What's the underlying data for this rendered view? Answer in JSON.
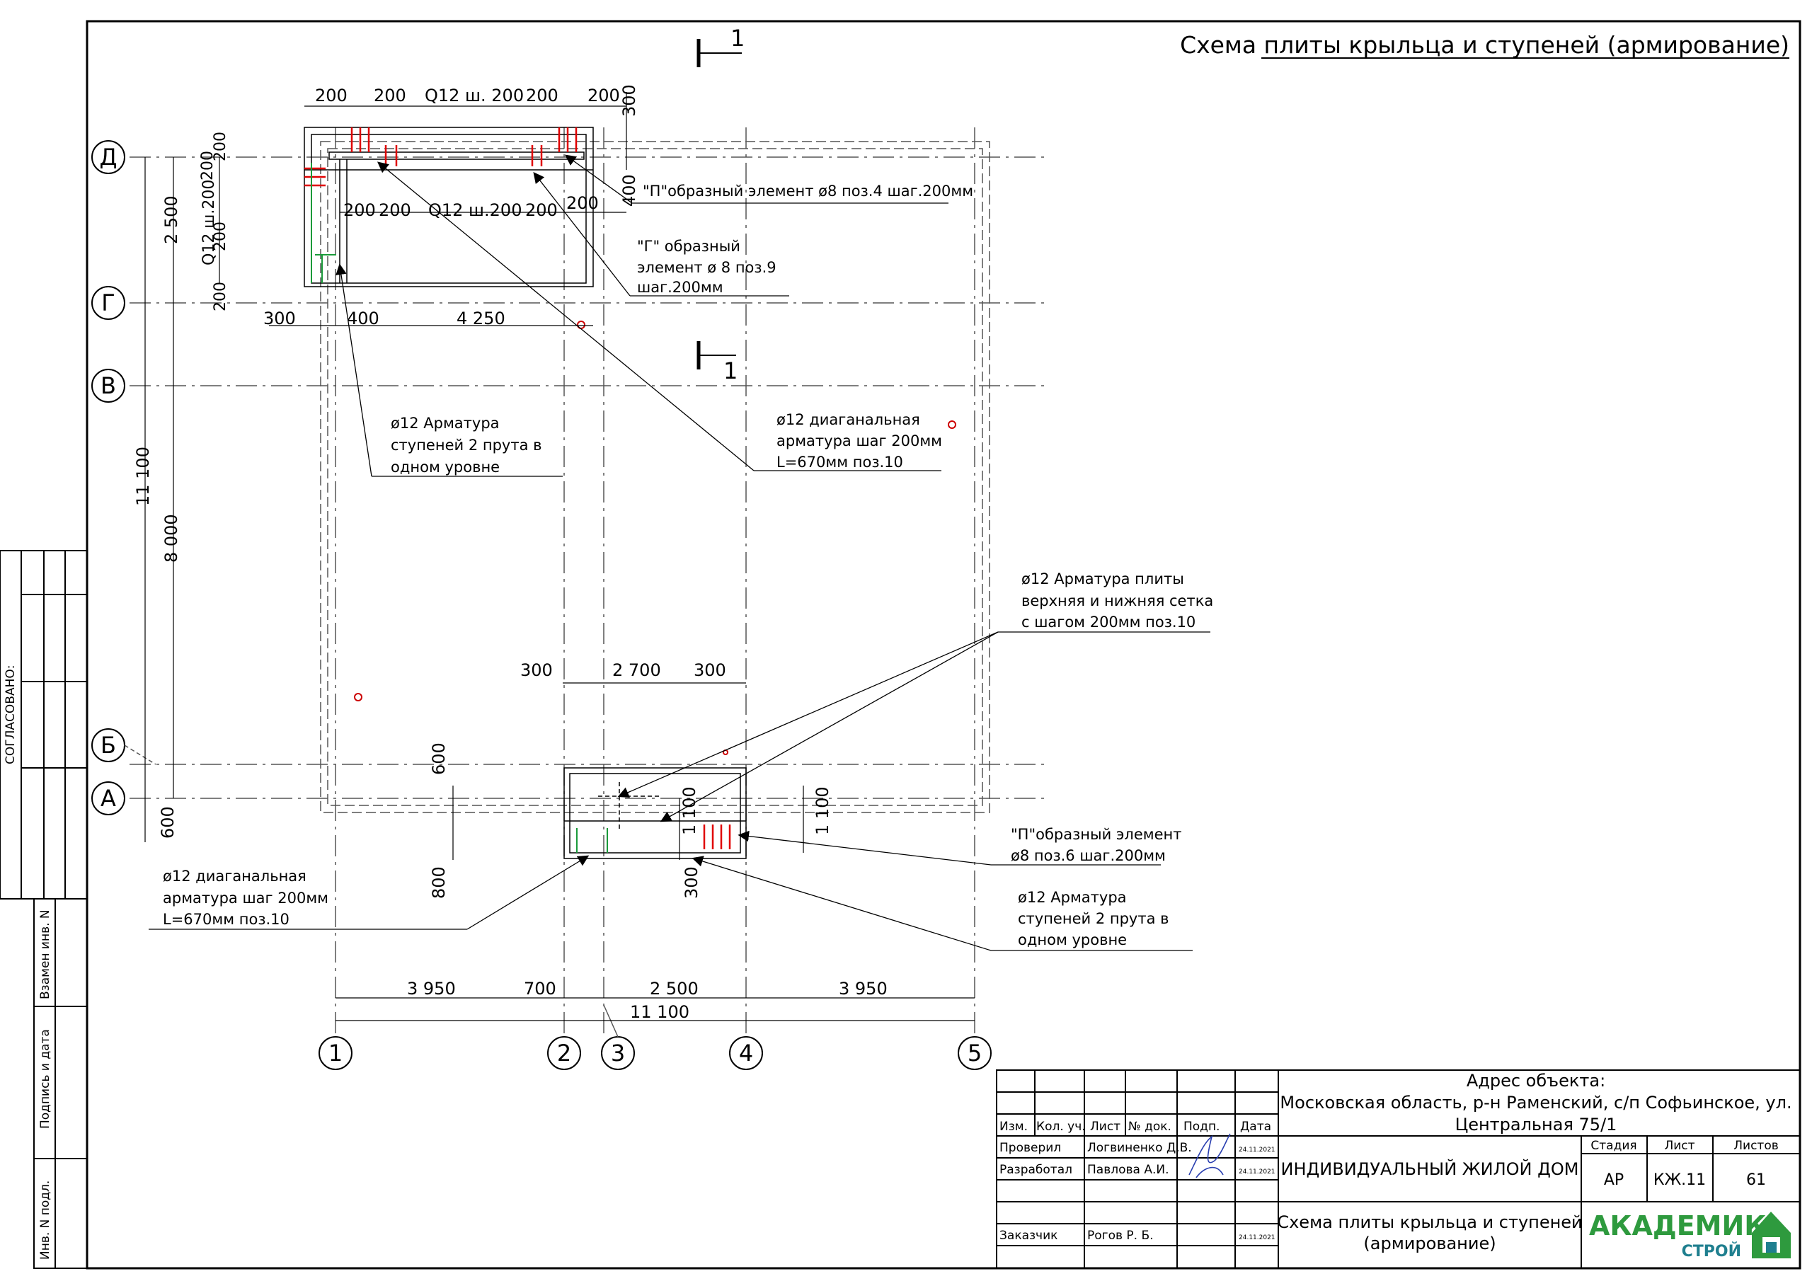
{
  "drawing": {
    "title": "Схема плиты крыльца и ступеней (армирование)",
    "section_mark": "1",
    "axes_letters": [
      "Д",
      "Г",
      "В",
      "Б",
      "А"
    ],
    "axes_numbers": [
      "1",
      "2",
      "3",
      "4",
      "5"
    ],
    "dims_top": [
      "200",
      "200",
      "Q12 ш. 200",
      "200",
      "200",
      "300"
    ],
    "dims_inner": [
      "200",
      "200",
      "Q12 ш.200",
      "200",
      "200",
      "400"
    ],
    "dims_left_small": [
      "200",
      "200",
      "Q12 ш.200",
      "200",
      "200"
    ],
    "dims_g": [
      "300",
      "400",
      "4 250"
    ],
    "dims_left_big": [
      "2 500",
      "11 100",
      "8 000",
      "600"
    ],
    "dims_steps": [
      "300",
      "2 700",
      "300"
    ],
    "dims_steps_side": [
      "600",
      "800",
      "1 100",
      "300",
      "1 100"
    ],
    "dims_bottom_row1": [
      "3 950",
      "700",
      "2 500",
      "3 950"
    ],
    "dims_bottom_total": "11 100",
    "callouts": {
      "p_element_top": "\"П\"образный элемент ø8 поз.4  шаг.200мм",
      "g_element": [
        "\"Г\" образный",
        "элемент ø 8 поз.9",
        "шаг.200мм"
      ],
      "steps_rebar_1": [
        "ø12 Арматура",
        "ступеней 2 прута в",
        "одном уровне"
      ],
      "diag_rebar_1": [
        "ø12 диаганальная",
        "арматура шаг 200мм",
        "L=670мм поз.10"
      ],
      "slab_rebar": [
        "ø12 Арматура плиты",
        "верхняя и нижняя сетка",
        "с шагом 200мм поз.10"
      ],
      "diag_rebar_2": [
        "ø12 диаганальная",
        "арматура шаг 200мм",
        "L=670мм поз.10"
      ],
      "p_element_bottom": [
        "\"П\"образный элемент",
        "ø8  поз.6  шаг.200мм"
      ],
      "steps_rebar_2": [
        "ø12 Арматура",
        "ступеней 2 прута в",
        "одном уровне"
      ]
    }
  },
  "side_stamp": {
    "agreed": "СОГЛАСОВАНО:",
    "fields": [
      "Взамен инв. N",
      "Подпись и дата",
      "Инв. N подл."
    ]
  },
  "title_block": {
    "address_label": "Адрес объекта:",
    "address_line1": "Московская область, р-н Раменский, с/п Софьинское, ул.",
    "address_line2": "Центральная 75/1",
    "headers": [
      "Изм.",
      "Кол. уч.",
      "Лист",
      "№ док.",
      "Подп.",
      "Дата"
    ],
    "roles": [
      {
        "role": "Проверил",
        "name": "Логвиненко Д.В.",
        "date": "24.11.2021"
      },
      {
        "role": "Разработал",
        "name": "Павлова А.И.",
        "date": "24.11.2021"
      },
      {
        "role": "Заказчик",
        "name": "Рогов Р. Б.",
        "date": "24.11.2021"
      }
    ],
    "project": "ИНДИВИДУАЛЬНЫЙ ЖИЛОЙ ДОМ",
    "sheet_title_line1": "Схема плиты крыльца и ступеней",
    "sheet_title_line2": "(армирование)",
    "stage_label": "Стадия",
    "sheet_label": "Лист",
    "sheets_label": "Листов",
    "stage": "АР",
    "sheet": "КЖ.11",
    "sheets": "61",
    "logo_main": "АКАДЕМИК",
    "logo_sub": "СТРОЙ",
    "colors": {
      "logo_green": "#2e9a3e",
      "logo_teal": "#1f7f8f"
    }
  }
}
